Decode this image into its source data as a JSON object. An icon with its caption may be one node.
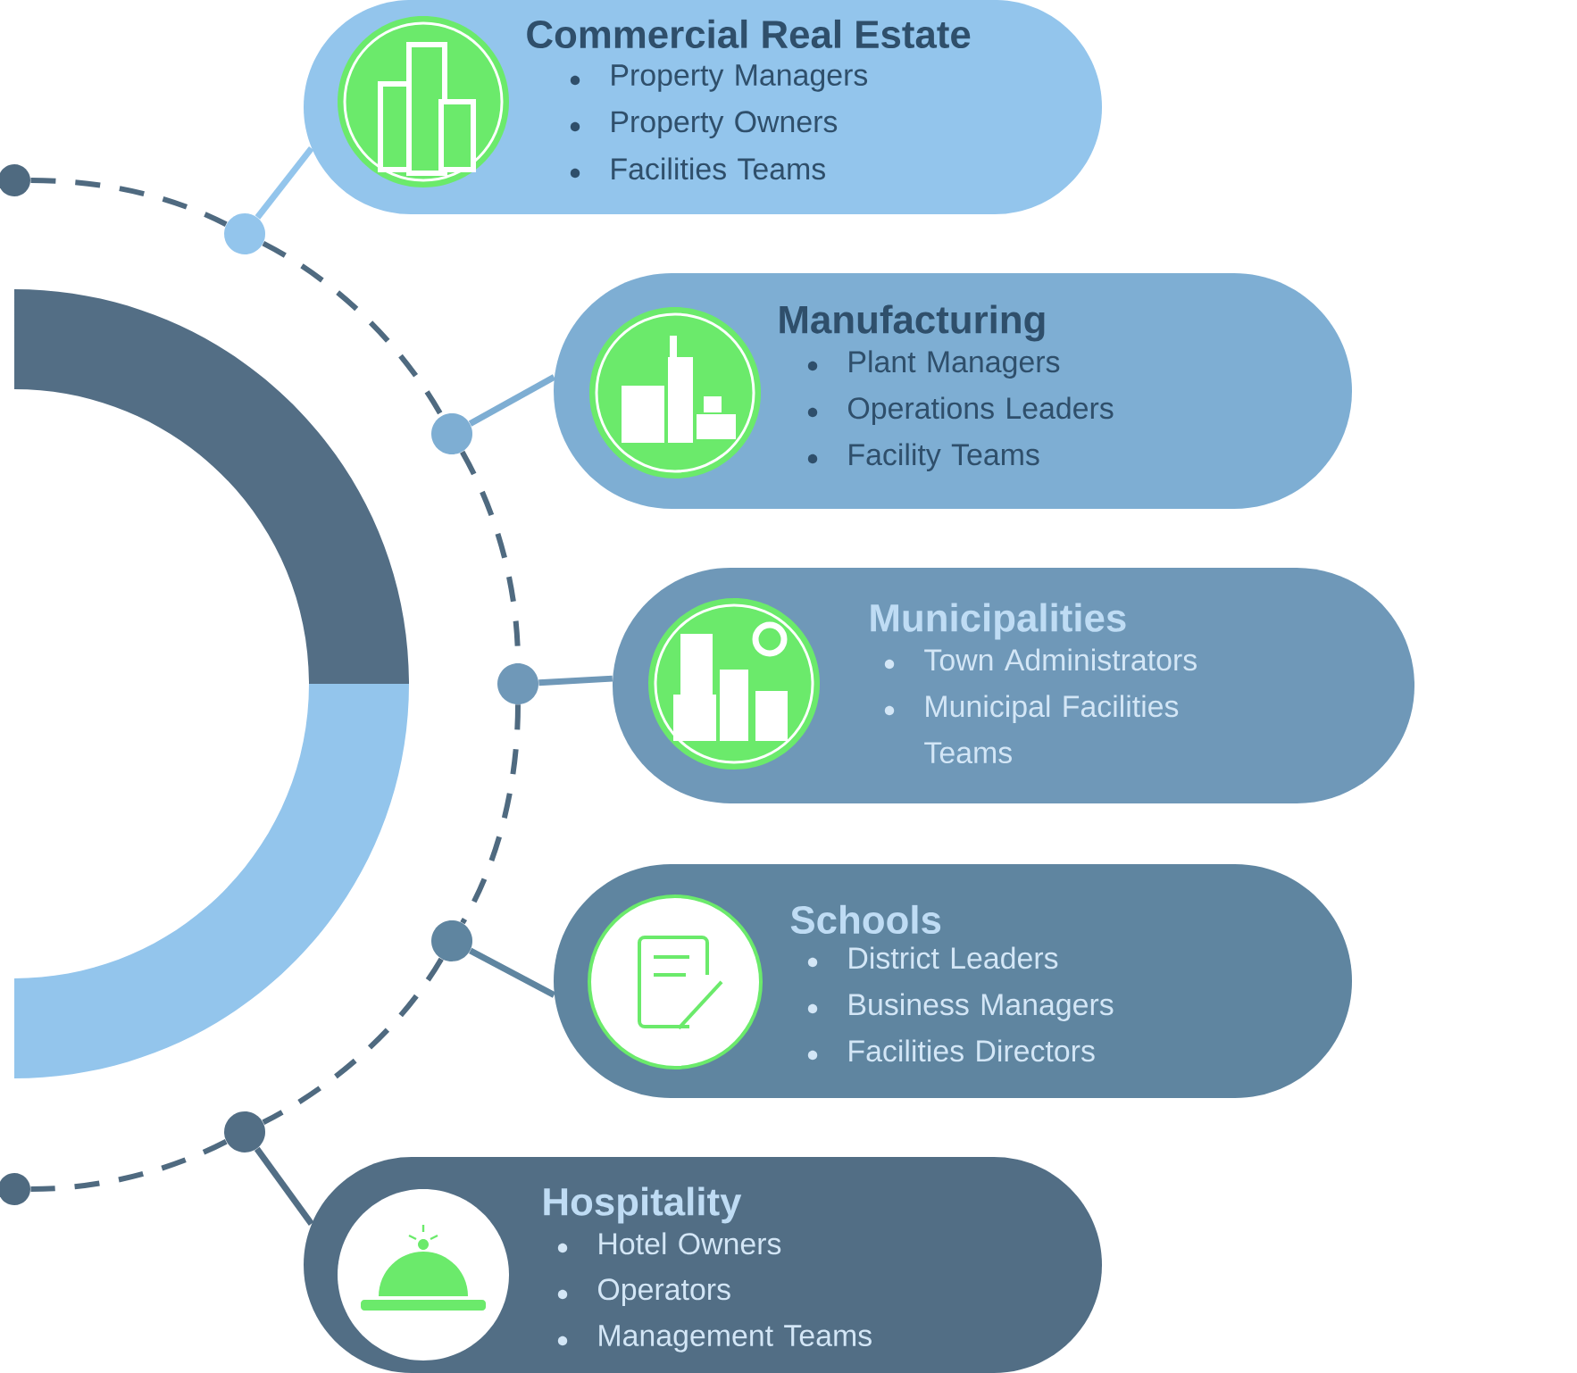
{
  "diagram": {
    "nodes": [
      {
        "text": [
          "Commercial Real Estate",
          "Property Managers",
          "Property Owners",
          "Facilities Teams"
        ]
      },
      {
        "text": [
          "Manufacturing",
          "Plant Managers",
          "Operations Leaders",
          "Facility Teams"
        ]
      },
      {
        "text": [
          "Municipalities",
          "Town Administrators",
          "Municipal Facilities Teams"
        ]
      },
      {
        "text": [
          "Schools",
          "District Leaders",
          "Business Managers",
          "Facilities Directors"
        ]
      },
      {
        "text": [
          "Hospitality",
          "Hotel Owners",
          "Operators",
          "Management Teams"
        ]
      },
      {
        "text": [],
        "shape": "circle"
      },
      {
        "text": [],
        "shape": "circle"
      },
      {
        "text": [],
        "shape": "circle"
      },
      {
        "text": [],
        "shape": "circle"
      },
      {
        "text": [],
        "shape": "circle"
      },
      {
        "text": [],
        "shape": "circle"
      },
      {
        "text": [],
        "shape": "circle"
      }
    ],
    "edges": [
      {
        "from": 5,
        "to": 0,
        "arrow": "none",
        "color": "#93c5ec"
      },
      {
        "from": 6,
        "to": 1,
        "arrow": "none",
        "color": "#7eaed3"
      },
      {
        "from": 7,
        "to": 2,
        "arrow": "none",
        "color": "#6f98b8"
      },
      {
        "from": 8,
        "to": 3,
        "arrow": "none",
        "color": "#5f85a0"
      },
      {
        "from": 9,
        "to": 4,
        "arrow": "none",
        "color": "#526e85"
      },
      {
        "from": 10,
        "to": 5,
        "arrow": "none",
        "style": "dashed",
        "color": "#4f6a80"
      },
      {
        "from": 5,
        "to": 6,
        "arrow": "none",
        "style": "dashed",
        "color": "#4f6a80"
      },
      {
        "from": 6,
        "to": 7,
        "arrow": "none",
        "style": "dashed",
        "color": "#4f6a80"
      },
      {
        "from": 7,
        "to": 8,
        "arrow": "none",
        "style": "dashed",
        "color": "#4f6a80"
      },
      {
        "from": 8,
        "to": 9,
        "arrow": "none",
        "style": "dashed",
        "color": "#4f6a80"
      },
      {
        "from": 9,
        "to": 11,
        "arrow": "none",
        "style": "dashed",
        "color": "#4f6a80"
      }
    ]
  }
}
